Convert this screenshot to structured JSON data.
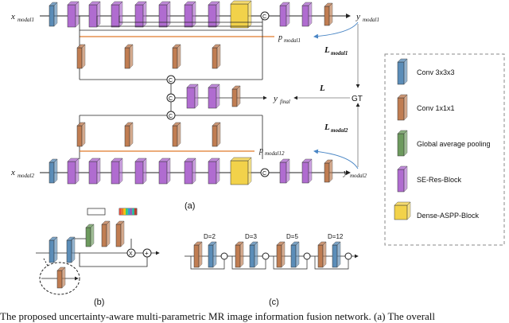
{
  "labels": {
    "input1": "x",
    "input1_sub": "modal1",
    "input2": "x",
    "input2_sub": "modal2",
    "out1": "y",
    "out1_sub": "modal1",
    "out2": "y",
    "out2_sub": "modal2",
    "final": "y",
    "final_sub": "final",
    "p1": "p",
    "p1_sub": "modal1",
    "p12": "p",
    "p12_sub": "modal12",
    "loss1": "L",
    "loss1_sub": "modal1",
    "loss2": "L",
    "loss2_sub": "modal2",
    "loss": "L",
    "gt": "GT",
    "concat": "C",
    "multiply": "X",
    "add": "+"
  },
  "legend": [
    {
      "label": "Conv 3x3x3",
      "color": "#5b8db8",
      "kind": "block"
    },
    {
      "label": "Conv 1x1x1",
      "color": "#c07d52",
      "kind": "block"
    },
    {
      "label": "Global average pooling",
      "color": "#6d9a5e",
      "kind": "block"
    },
    {
      "label": "SE-Res-Block",
      "color": "#b06cd0",
      "kind": "block"
    },
    {
      "label": "Dense-ASPP-Block",
      "color": "#f2d24a",
      "kind": "cube"
    }
  ],
  "subfigures": {
    "a": "(a)",
    "b": "(b)",
    "c": "(c)"
  },
  "dilations": [
    "D=2",
    "D=3",
    "D=5",
    "D=12"
  ],
  "caption": "The proposed uncertainty-aware multi-parametric MR image information fusion network. (a) The overall"
}
